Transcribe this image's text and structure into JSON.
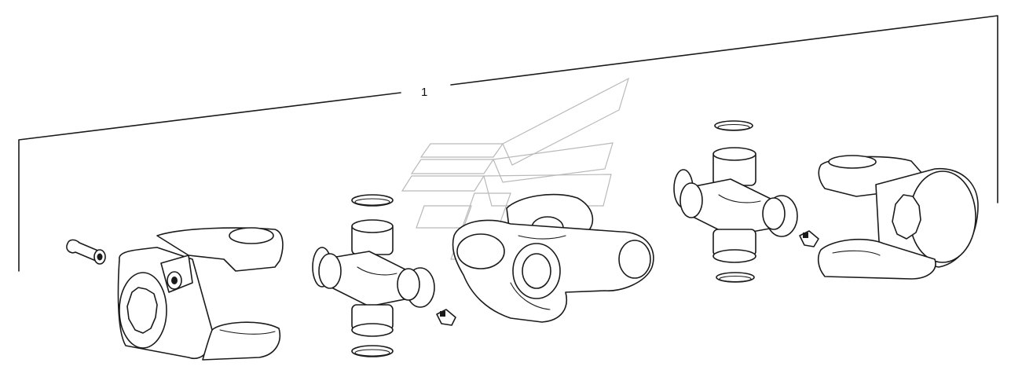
{
  "diagram": {
    "callouts": [
      {
        "label": "1",
        "target": "universal-joint-assembly"
      }
    ],
    "parts": [
      "bolt",
      "yoke-left",
      "snap-ring",
      "cross-journal",
      "grease-fitting",
      "center-coupling-yoke",
      "yoke-right"
    ],
    "colors": {
      "line": "#1a1a1a",
      "watermark": "#b9b9b9",
      "background": "#ffffff"
    }
  }
}
